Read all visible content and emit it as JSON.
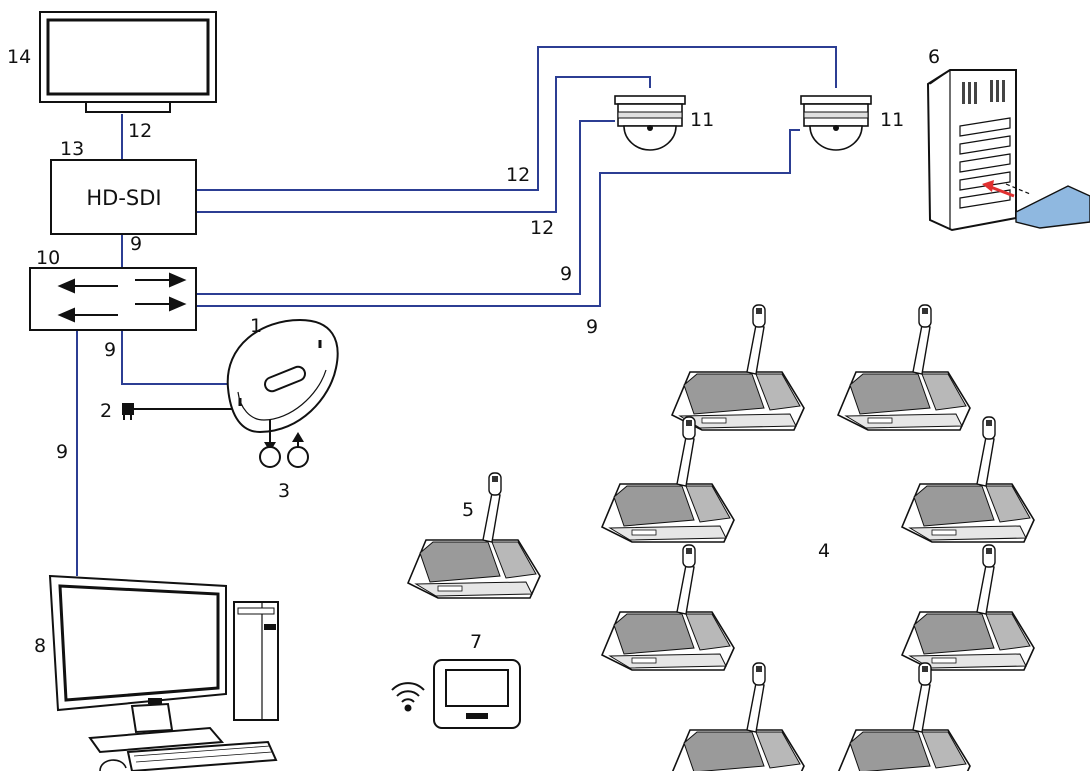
{
  "diagram": {
    "hdsdi_box_label": "HD-SDI",
    "callouts": {
      "c1": "1",
      "c2": "2",
      "c3": "3",
      "c4": "4",
      "c5": "5",
      "c6": "6",
      "c7": "7",
      "c8": "8",
      "c9": "9",
      "c10": "10",
      "c11": "11",
      "c12": "12",
      "c13": "13",
      "c14": "14"
    },
    "colors": {
      "cable": "#2c3e93",
      "outline": "#111111",
      "insert_arrow": "#e03030",
      "card": "#8fb8e0"
    },
    "icons": [
      "monitor-icon",
      "camera-dome-icon",
      "charger-icon",
      "wireless-access-point-icon",
      "power-plug-icon",
      "audio-in-out-icon",
      "discussion-device-icon",
      "tablet-icon",
      "wifi-icon",
      "computer-icon"
    ]
  }
}
